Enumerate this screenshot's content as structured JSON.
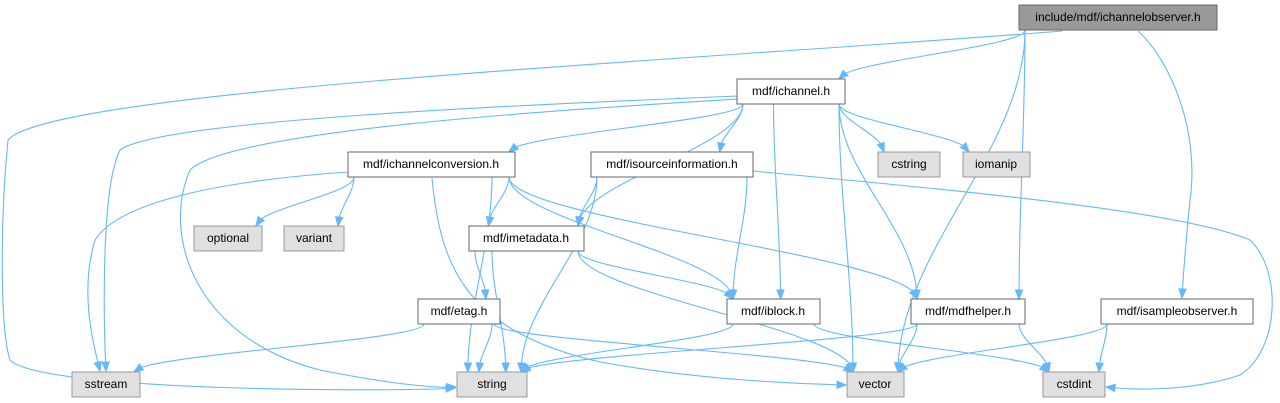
{
  "diagram": {
    "root": "include/mdf/ichannelobserver.h",
    "nodes": [
      {
        "id": "root",
        "label": "include/mdf/ichannelobserver.h",
        "kind": "root"
      },
      {
        "id": "ichannel",
        "label": "mdf/ichannel.h",
        "kind": "file"
      },
      {
        "id": "ichannelconversion",
        "label": "mdf/ichannelconversion.h",
        "kind": "file"
      },
      {
        "id": "isourceinformation",
        "label": "mdf/isourceinformation.h",
        "kind": "file"
      },
      {
        "id": "cstring",
        "label": "cstring",
        "kind": "system"
      },
      {
        "id": "iomanip",
        "label": "iomanip",
        "kind": "system"
      },
      {
        "id": "optional",
        "label": "optional",
        "kind": "system"
      },
      {
        "id": "variant",
        "label": "variant",
        "kind": "system"
      },
      {
        "id": "imetadata",
        "label": "mdf/imetadata.h",
        "kind": "file"
      },
      {
        "id": "etag",
        "label": "mdf/etag.h",
        "kind": "file"
      },
      {
        "id": "iblock",
        "label": "mdf/iblock.h",
        "kind": "file"
      },
      {
        "id": "mdfhelper",
        "label": "mdf/mdfhelper.h",
        "kind": "file"
      },
      {
        "id": "isampleobserver",
        "label": "mdf/isampleobserver.h",
        "kind": "file"
      },
      {
        "id": "sstream",
        "label": "sstream",
        "kind": "system"
      },
      {
        "id": "string",
        "label": "string",
        "kind": "system"
      },
      {
        "id": "vector",
        "label": "vector",
        "kind": "system"
      },
      {
        "id": "cstdint",
        "label": "cstdint",
        "kind": "system"
      }
    ],
    "edges": [
      [
        "root",
        "ichannel"
      ],
      [
        "root",
        "string"
      ],
      [
        "root",
        "mdfhelper"
      ],
      [
        "root",
        "vector"
      ],
      [
        "root",
        "isampleobserver"
      ],
      [
        "ichannel",
        "ichannelconversion"
      ],
      [
        "ichannel",
        "isourceinformation"
      ],
      [
        "ichannel",
        "cstring"
      ],
      [
        "ichannel",
        "iomanip"
      ],
      [
        "ichannel",
        "imetadata"
      ],
      [
        "ichannel",
        "iblock"
      ],
      [
        "ichannel",
        "mdfhelper"
      ],
      [
        "ichannel",
        "sstream"
      ],
      [
        "ichannel",
        "string"
      ],
      [
        "ichannel",
        "vector"
      ],
      [
        "ichannelconversion",
        "optional"
      ],
      [
        "ichannelconversion",
        "variant"
      ],
      [
        "ichannelconversion",
        "imetadata"
      ],
      [
        "ichannelconversion",
        "iblock"
      ],
      [
        "ichannelconversion",
        "mdfhelper"
      ],
      [
        "ichannelconversion",
        "sstream"
      ],
      [
        "ichannelconversion",
        "string"
      ],
      [
        "ichannelconversion",
        "vector"
      ],
      [
        "isourceinformation",
        "imetadata"
      ],
      [
        "isourceinformation",
        "iblock"
      ],
      [
        "isourceinformation",
        "string"
      ],
      [
        "isourceinformation",
        "cstdint"
      ],
      [
        "imetadata",
        "etag"
      ],
      [
        "imetadata",
        "iblock"
      ],
      [
        "imetadata",
        "string"
      ],
      [
        "imetadata",
        "vector"
      ],
      [
        "etag",
        "sstream"
      ],
      [
        "etag",
        "string"
      ],
      [
        "etag",
        "vector"
      ],
      [
        "iblock",
        "string"
      ],
      [
        "iblock",
        "cstdint"
      ],
      [
        "mdfhelper",
        "string"
      ],
      [
        "mdfhelper",
        "vector"
      ],
      [
        "mdfhelper",
        "cstdint"
      ],
      [
        "isampleobserver",
        "vector"
      ],
      [
        "isampleobserver",
        "cstdint"
      ]
    ]
  }
}
